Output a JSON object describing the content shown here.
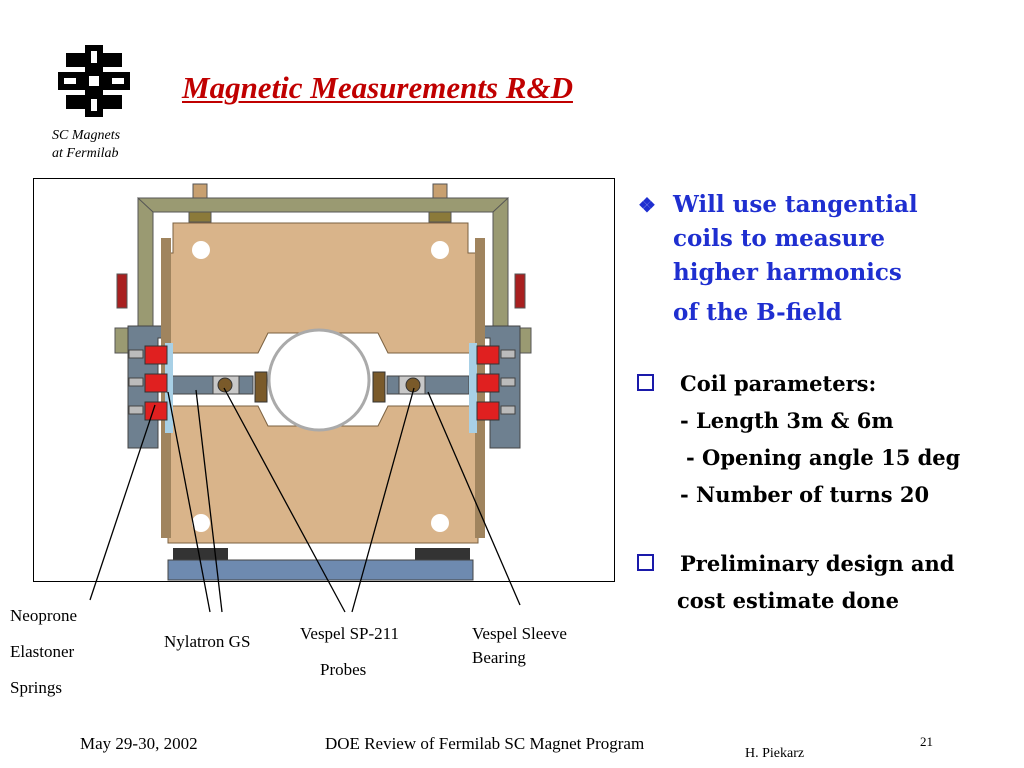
{
  "header": {
    "title": "Magnetic Measurements R&D",
    "logo_caption_line1": "SC Magnets",
    "logo_caption_line2": "at Fermilab"
  },
  "diagram": {
    "labels": {
      "neoprene_1": "Neoprone",
      "neoprene_2": "Elastoner",
      "neoprene_3": "Springs",
      "nylatron": "Nylatron GS",
      "vespel_probe_1": "Vespel SP-211",
      "vespel_probe_2": "Probes",
      "vespel_sleeve_1": "Vespel Sleeve",
      "vespel_sleeve_2": "Bearing"
    }
  },
  "bullets": {
    "main_line1": "Will use tangential",
    "main_line2": "coils to measure",
    "main_line3": "higher harmonics",
    "main_line4": "of the B-field",
    "coil_params_title": "Coil parameters:",
    "coil_length": "-  Length 3m & 6m",
    "coil_angle": "- Opening angle 15 deg",
    "coil_turns": "-  Number of turns 20",
    "prelim_line1": "Preliminary design and",
    "prelim_line2": "cost estimate done"
  },
  "footer": {
    "date": "May 29-30, 2002",
    "title": "DOE Review of Fermilab SC Magnet Program",
    "page": "21",
    "author": "H. Piekarz"
  }
}
